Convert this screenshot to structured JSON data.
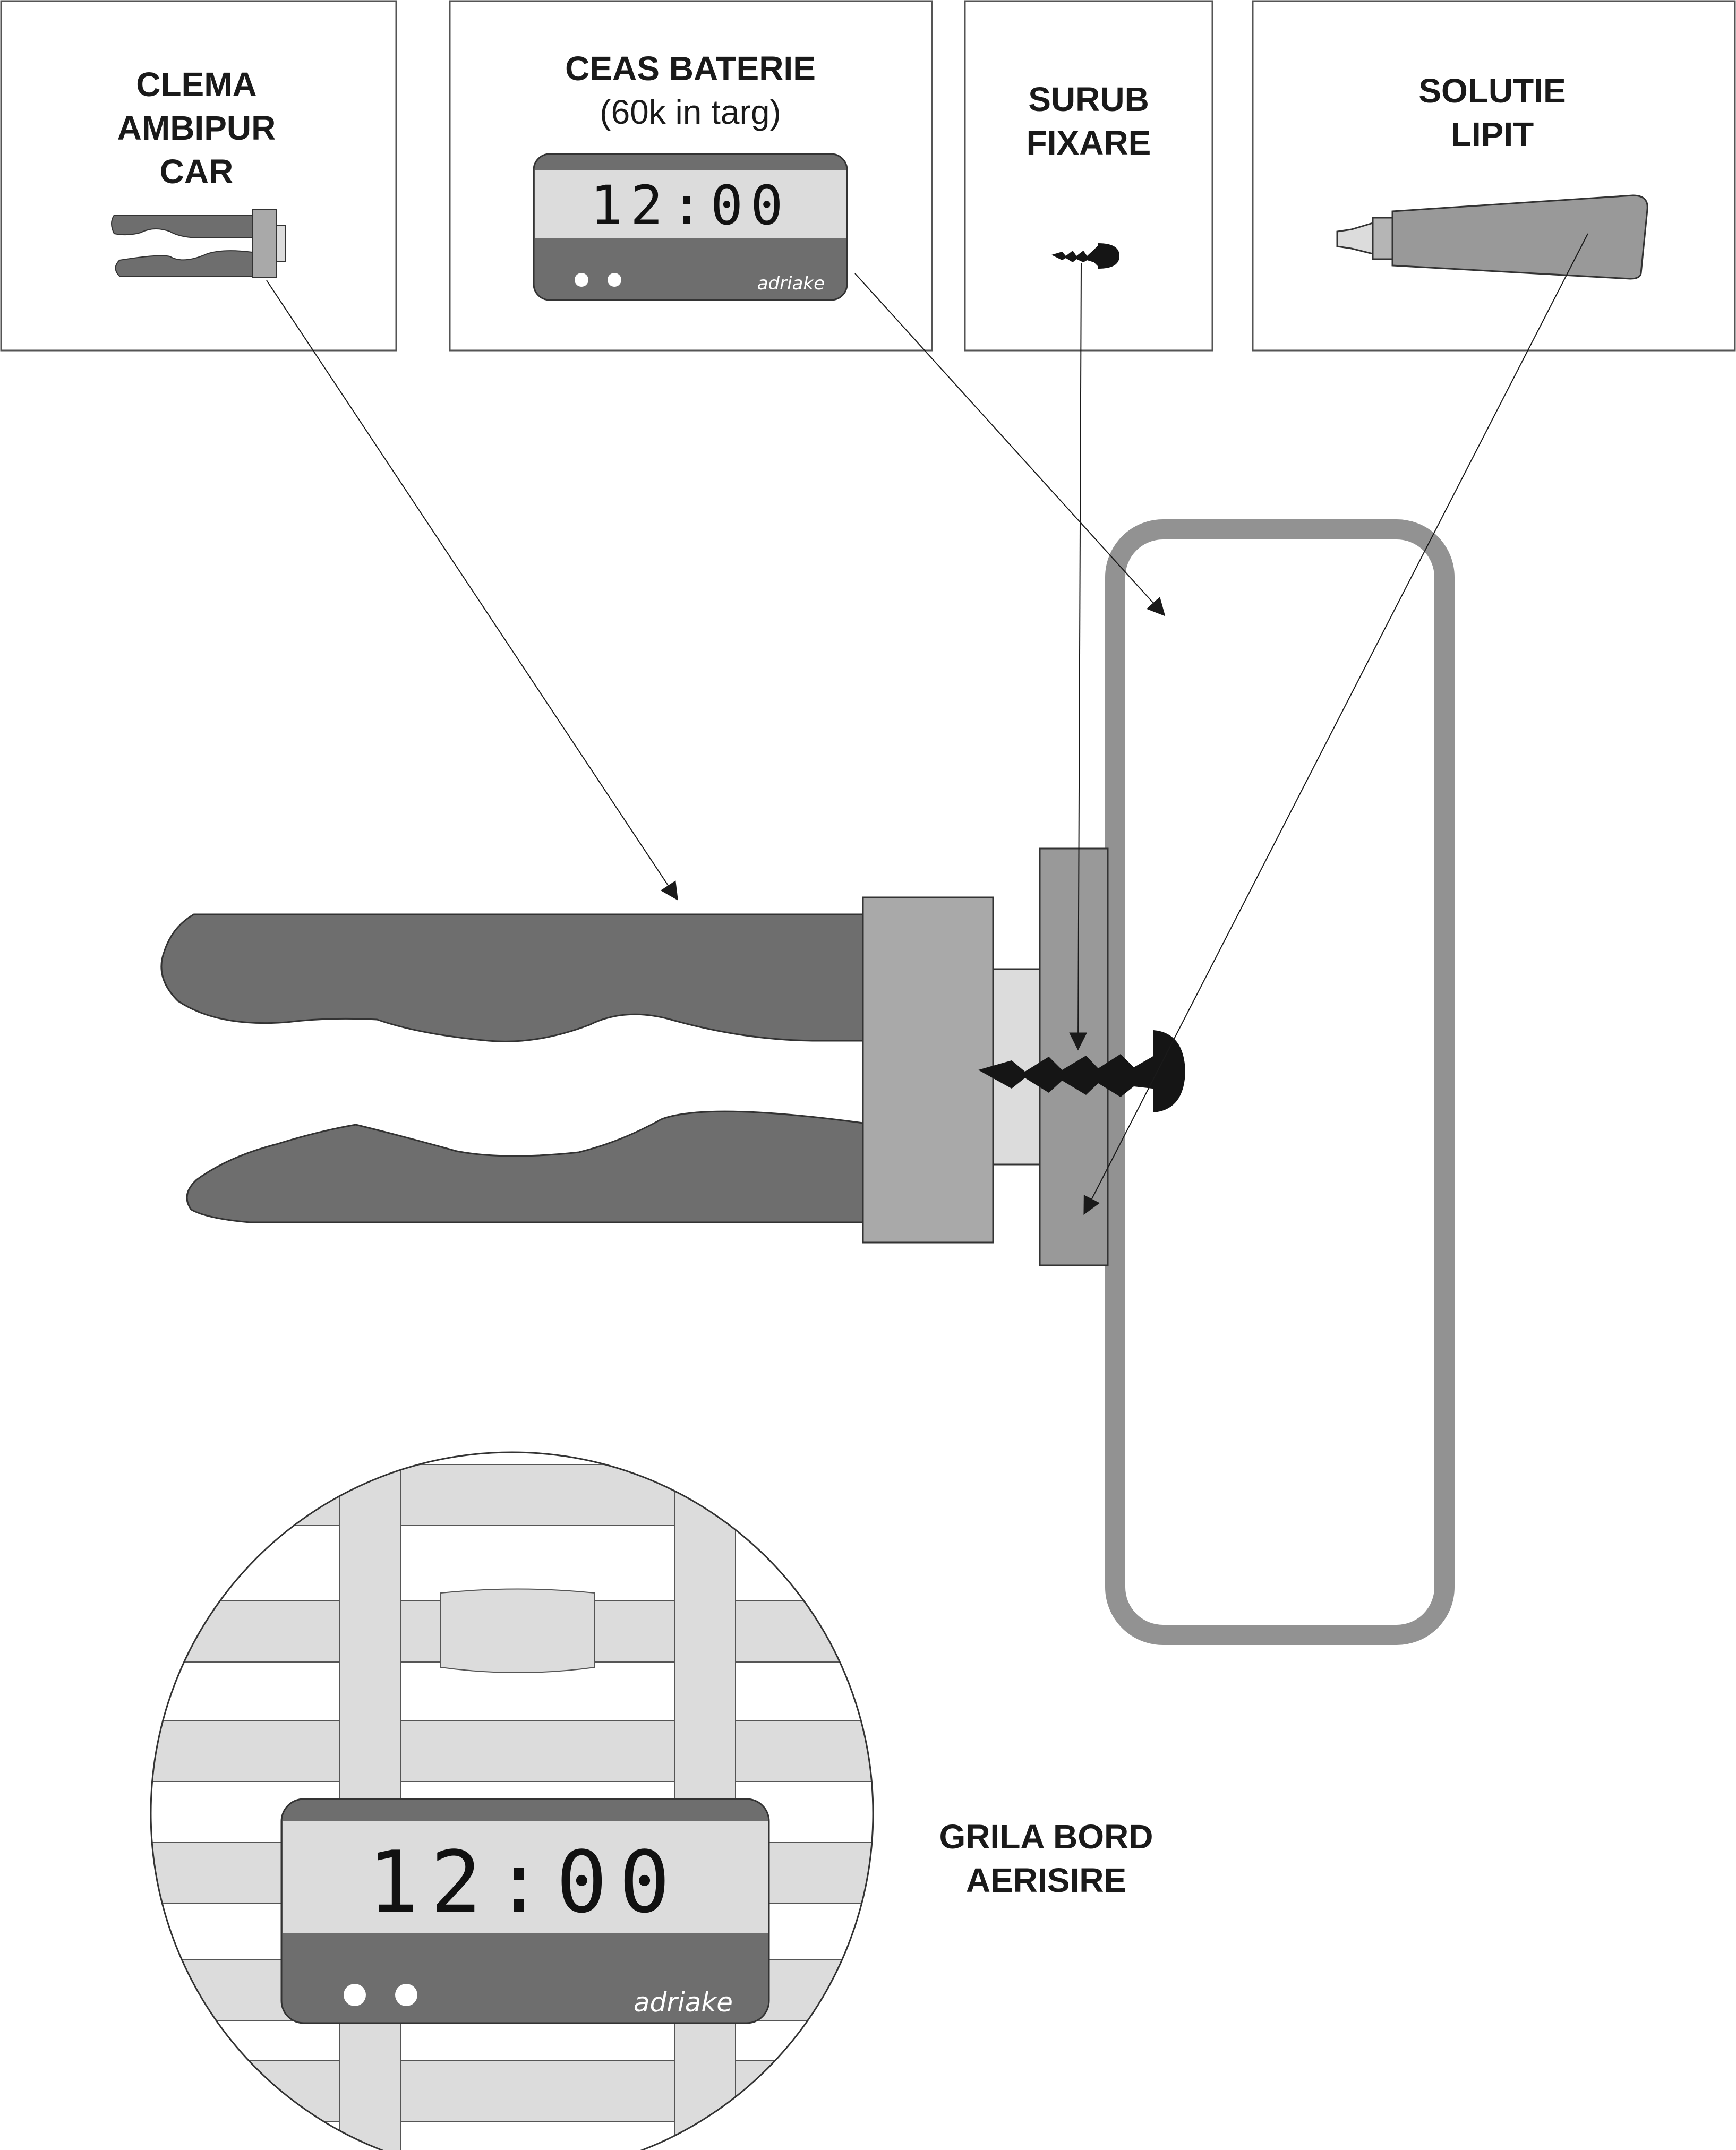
{
  "panels": [
    {
      "id": "clip",
      "lines": [
        "CLEMA",
        "AMBIPUR",
        "CAR"
      ]
    },
    {
      "id": "clock",
      "lines": [
        "CEAS BATERIE",
        "(60k in targ)"
      ]
    },
    {
      "id": "screw",
      "lines": [
        "SURUB",
        "FIXARE"
      ]
    },
    {
      "id": "glue",
      "lines": [
        "SOLUTIE",
        "LIPIT"
      ]
    }
  ],
  "clock": {
    "time": "12:00",
    "brand": "adriake"
  },
  "vent": {
    "lines": [
      "GRILA BORD",
      "AERISIRE"
    ]
  },
  "colors": {
    "dark_gray": "#6e6e6e",
    "mid_gray": "#999999",
    "light_gray": "#a9a9a9",
    "pale_gray": "#dcdcdc",
    "frame_gray": "#929292",
    "screw_black": "#151515"
  }
}
